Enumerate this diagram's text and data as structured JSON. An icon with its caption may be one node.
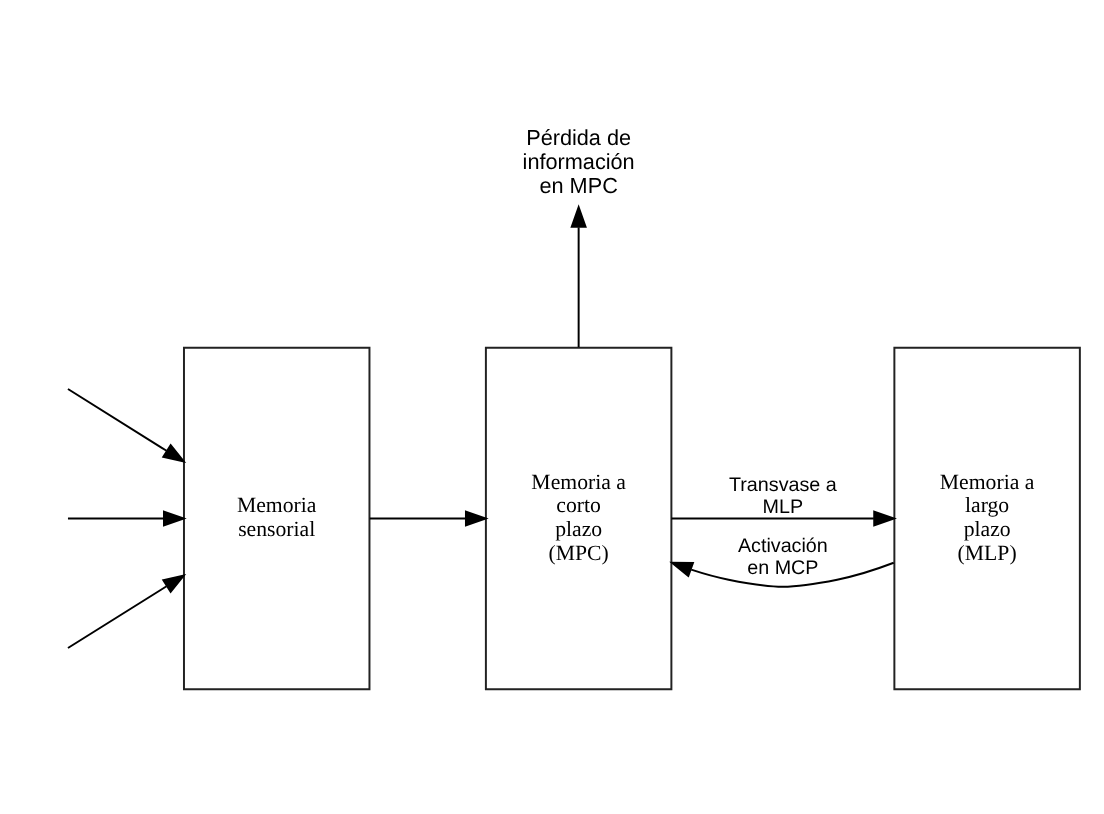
{
  "diagram": {
    "nodes": [
      {
        "text": [
          "Memoria sensorial"
        ]
      },
      {
        "text": [
          "Memoria a corto plazo (MPC)"
        ]
      },
      {
        "text": [
          "Memoria a largo plazo (MLP)"
        ]
      },
      {
        "text": [
          "Pérdida de información en MPC"
        ]
      }
    ],
    "edges": [
      {
        "from": null,
        "to": 0,
        "arrow": "to"
      },
      {
        "from": null,
        "to": 0,
        "arrow": "to"
      },
      {
        "from": null,
        "to": 0,
        "arrow": "to"
      },
      {
        "from": 0,
        "to": 1,
        "arrow": "to"
      },
      {
        "from": 1,
        "to": 3,
        "arrow": "to"
      },
      {
        "from": 1,
        "to": 2,
        "arrow": "to",
        "label": "Transvase a MLP"
      },
      {
        "from": 2,
        "to": 1,
        "arrow": "to",
        "label": "Activación en MCP"
      }
    ]
  }
}
